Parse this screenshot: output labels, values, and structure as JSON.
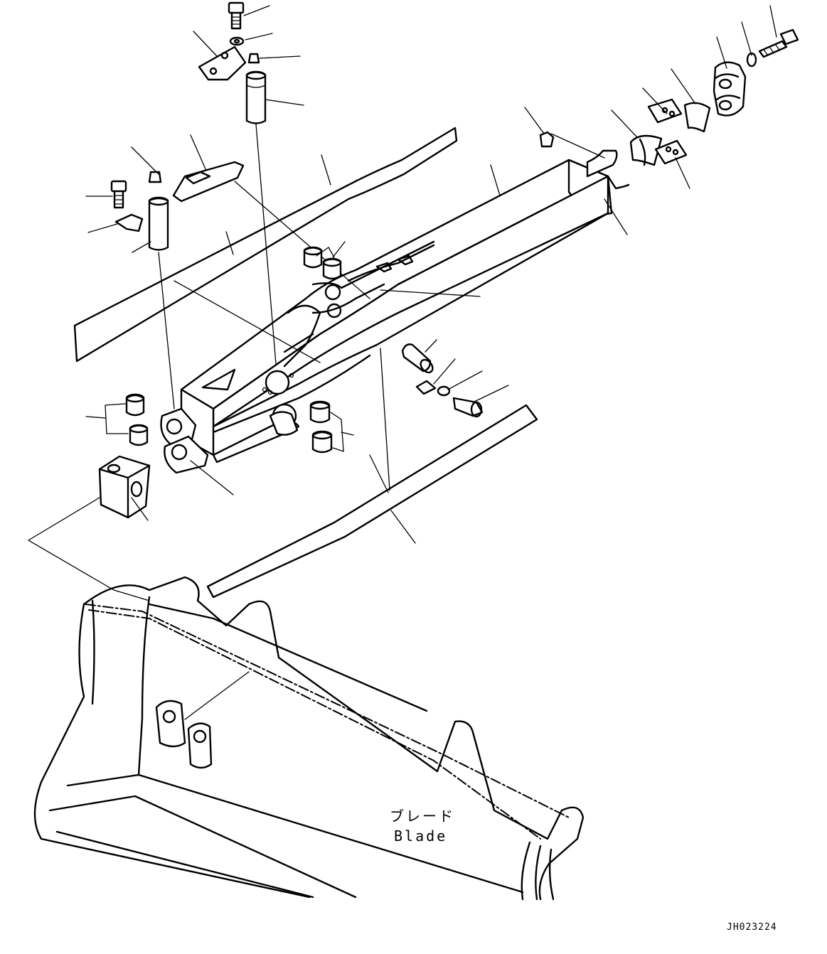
{
  "blade_label_jp": "ブレード",
  "blade_label_en": "Blade",
  "drawing_code": "JH023224"
}
